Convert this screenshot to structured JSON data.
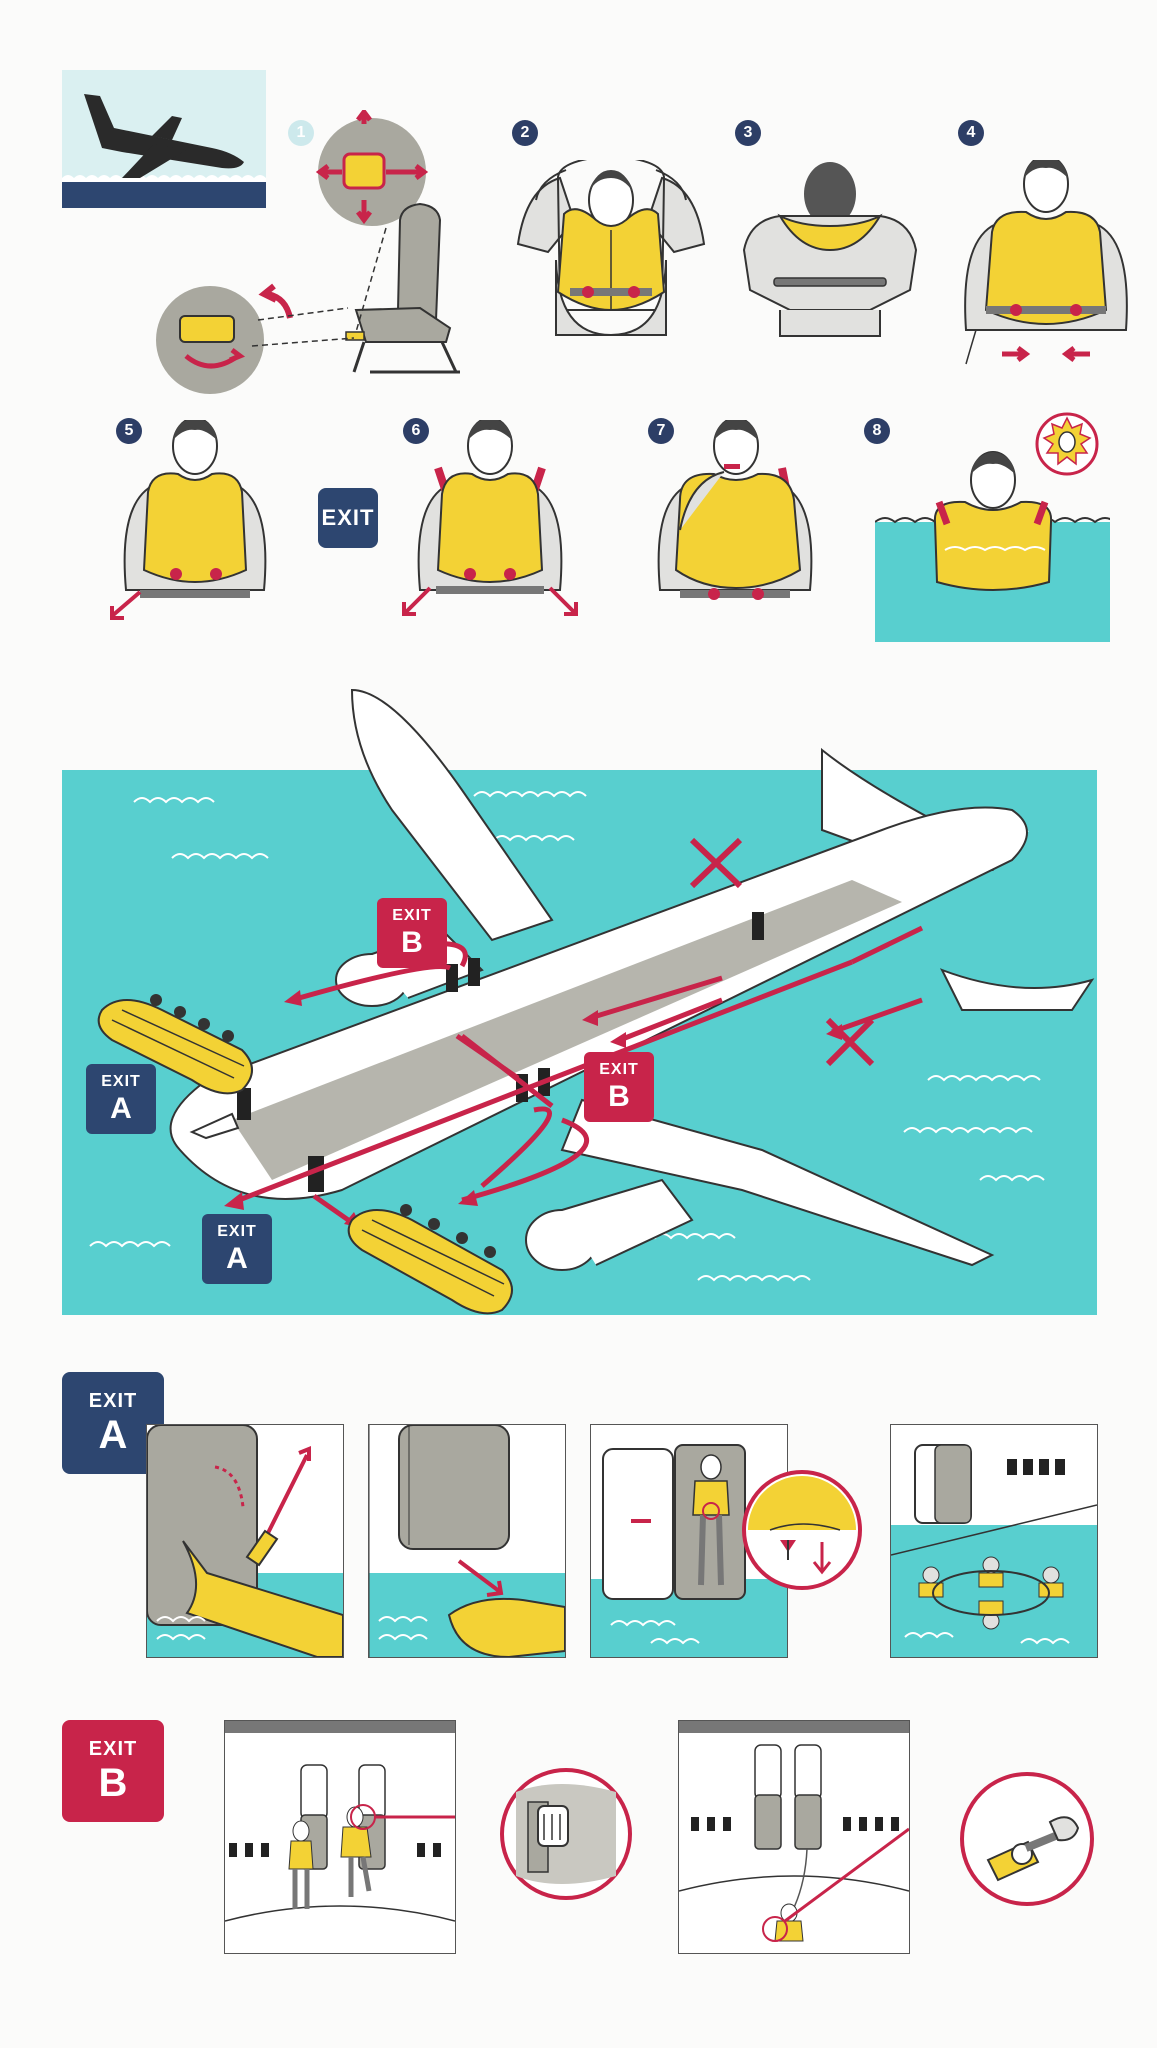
{
  "steps": [
    "1",
    "2",
    "3",
    "4",
    "5",
    "6",
    "7",
    "8"
  ],
  "exit_word": "EXIT",
  "exit_letters": {
    "a": "A",
    "b": "B"
  },
  "colors": {
    "navy": "#2d4670",
    "red": "#c8244a",
    "water": "#58cfcf",
    "vest": "#f3d235",
    "seat": "#a9a89f"
  },
  "icons": [
    "plane-ditching-icon",
    "lightbulb-icon",
    "x-mark-icon",
    "whistle-icon"
  ]
}
